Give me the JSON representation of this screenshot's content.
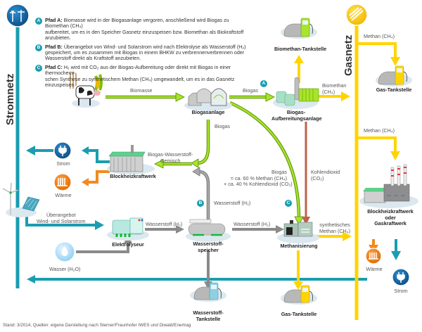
{
  "title": "Power-to-Gas Pfade: Stromnetz und Gasnetz",
  "colors": {
    "strom": "#1a9db0",
    "gas": "#ffd400",
    "biogas": "#8fd400",
    "hydrogen": "#8a8a8a",
    "co2": "#c0614a",
    "heat": "#f28a1e",
    "dark_blue": "#0b5a8c"
  },
  "networks": {
    "strom": "Stromnetz",
    "gas": "Gasnetz"
  },
  "legend": [
    {
      "badge": "A",
      "title": "Pfad A:",
      "text_lines": [
        "Biomasse wird in der Biogasanlage vergoren, anschließend wird Biogas zu Biomethan (CH₄)",
        "aufbereitet, um es in den Speicher Gasnetz einzuspeisen bzw. Biomethan als Biokraftstoff anzubieten."
      ]
    },
    {
      "badge": "B",
      "title": "Pfad B:",
      "text_lines": [
        "Überangebot von Wind- und Solarstrom wird nach Elektrolyse als Wasserstoff (H₂)",
        "gespeichert, um es zusammen mit Biogas in einem BHKW zu verbrennenverbrennen oder",
        "Wasserstoff direkt als Kraftstoff anzubieten."
      ]
    },
    {
      "badge": "C",
      "title": "Pfad C:",
      "text_lines": [
        "H₂ wird mit CO₂ aus der Biogas-Aufbereitung oder direkt mit Biogas in einer thermochemi-",
        "schen Synthese zu synthetischem Methan (CH₄) umgewandelt, um es in das Gasnetz einzuspeisen."
      ]
    }
  ],
  "nodes": {
    "biogasanlage": "Biogasanlage",
    "aufbereitung": [
      "Biogas-",
      "Aufbereitungsanlage"
    ],
    "biomethan_tankstelle": "Biomethan-Tankstelle",
    "gas_tankstelle_top": "Gas-Tankstelle",
    "blockheizkraftwerk": "Blockheizkraftwerk",
    "bhkw_gaskraftwerk": [
      "Blockheizkraftwerk",
      "oder",
      "Gaskraftwerk"
    ],
    "elektrolyseur": "Elektrolyseur",
    "wasserstoffspeicher": [
      "Wasserstoff-",
      "speicher"
    ],
    "methanisierung": "Methanisierung",
    "wasserstoff_tankstelle": [
      "Wasserstoff-",
      "Tankstelle"
    ],
    "gas_tankstelle_bottom": "Gas-Tankstelle",
    "strom_left": "Strom",
    "waerme_left": "Wärme",
    "waerme_right": "Wärme",
    "strom_right": "Strom",
    "wasser": "Wasser (H₂O)"
  },
  "flows": {
    "biomasse": "Biomasse",
    "biogas_top": "Biogas",
    "biomethan": [
      "Biomethan",
      "(CH₄)"
    ],
    "methan_top": "Methan (CH₄)",
    "methan_mid": "Methan (CH₄)",
    "biogas_down": "Biogas",
    "mix": [
      "Biogas-Wasserstoff-",
      "Gemisch"
    ],
    "biogas_composition": [
      "Biogas",
      "= ca. 60 % Methan (CH₄)",
      "+ ca. 40 % Kohlendioxid (CO₂)"
    ],
    "kohlendioxid": [
      "Kohlendioxid",
      "(CO₂)"
    ],
    "wasserstoff_up": "Wasserstoff (H₂)",
    "ueberangebot": [
      "Überangebot",
      "Wind- und Solarstrom"
    ],
    "wasserstoff_1": "Wasserstoff (H₂)",
    "wasserstoff_2": "Wasserstoff (H₂)",
    "synth_methan": [
      "synthetisches",
      "Methan (CH₄)"
    ]
  },
  "badges": {
    "a": "A",
    "b": "B",
    "c": "C"
  },
  "footer": "Stand: 3/2014, Quellen: eigene Darstellung nach Sterner/Fraunhofer IWES und Diwald/Enertrag"
}
